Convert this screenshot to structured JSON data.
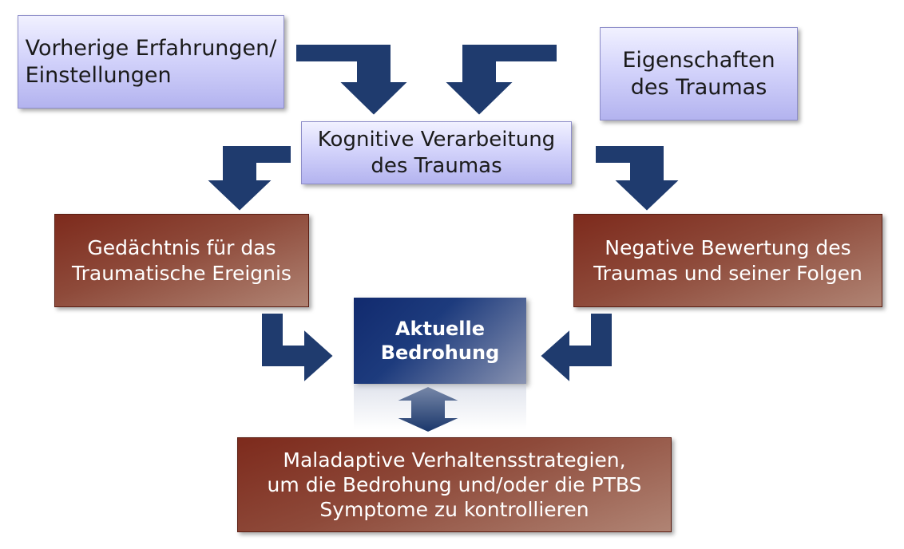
{
  "boxes": {
    "prior_experiences": {
      "line1": "Vorherige Erfahrungen/",
      "line2": "Einstellungen"
    },
    "trauma_properties": {
      "line1": "Eigenschaften",
      "line2": "des Traumas"
    },
    "cognitive_processing": {
      "line1": "Kognitive Verarbeitung",
      "line2": "des Traumas"
    },
    "memory": {
      "line1": "Gedächtnis für das",
      "line2": "Traumatische Ereignis"
    },
    "negative_appraisal": {
      "line1": "Negative Bewertung des",
      "line2": "Traumas und seiner Folgen"
    },
    "current_threat": {
      "line1": "Aktuelle",
      "line2": "Bedrohung"
    },
    "maladaptive": {
      "line1": "Maladaptive Verhaltensstrategien,",
      "line2": "um die Bedrohung und/oder die PTBS",
      "line3": "Symptome zu kontrollieren"
    }
  },
  "colors": {
    "arrow": "#1f3b6e",
    "blue_box": "#d4d4fb",
    "brown_box": "#8e4a3a",
    "threat_box": "#1d3b7d"
  }
}
